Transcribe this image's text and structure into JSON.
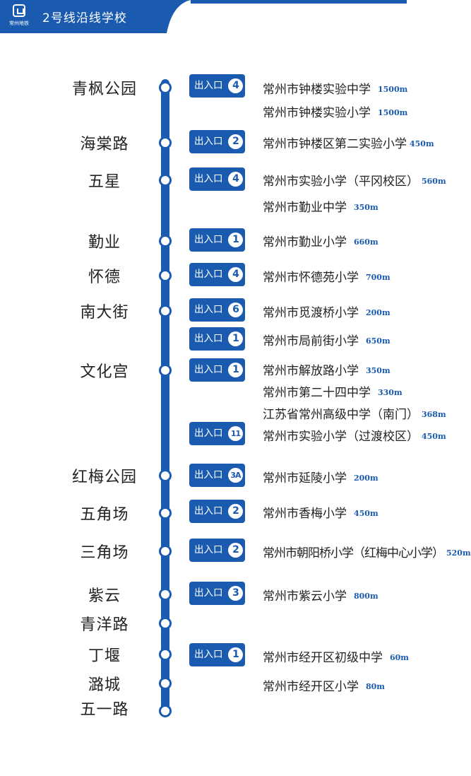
{
  "header": {
    "logo_text": "常州地铁",
    "title": "2号线沿线学校",
    "color": "#1a5bb0"
  },
  "exit_label": "出入口",
  "stations": [
    {
      "name": "青枫公园"
    },
    {
      "name": "海棠路"
    },
    {
      "name": "五星"
    },
    {
      "name": "勤业"
    },
    {
      "name": "怀德"
    },
    {
      "name": "南大街"
    },
    {
      "name": "文化宫"
    },
    {
      "name": "红梅公园"
    },
    {
      "name": "五角场"
    },
    {
      "name": "三角场"
    },
    {
      "name": "紫云"
    },
    {
      "name": "青洋路"
    },
    {
      "name": "丁堰"
    },
    {
      "name": "潞城"
    },
    {
      "name": "五一路"
    }
  ],
  "exits": [
    {
      "number": "4"
    },
    {
      "number": "2"
    },
    {
      "number": "4"
    },
    {
      "number": "1"
    },
    {
      "number": "4"
    },
    {
      "number": "6"
    },
    {
      "number": "1"
    },
    {
      "number": "1"
    },
    {
      "number": "11"
    },
    {
      "number": "3A"
    },
    {
      "number": "2"
    },
    {
      "number": "2"
    },
    {
      "number": "3"
    },
    {
      "number": "1"
    }
  ],
  "schools": [
    {
      "name": "常州市钟楼实验中学",
      "distance": "1500m"
    },
    {
      "name": "常州市钟楼实验小学",
      "distance": "1500m"
    },
    {
      "name": "常州市钟楼区第二实验小学",
      "distance": "450m"
    },
    {
      "name": "常州市实验小学（平冈校区）",
      "distance": "560m"
    },
    {
      "name": "常州市勤业中学",
      "distance": "350m"
    },
    {
      "name": "常州市勤业小学",
      "distance": "660m"
    },
    {
      "name": "常州市怀德苑小学",
      "distance": "700m"
    },
    {
      "name": "常州市觅渡桥小学",
      "distance": "200m"
    },
    {
      "name": "常州市局前街小学",
      "distance": "650m"
    },
    {
      "name": "常州市解放路小学",
      "distance": "350m"
    },
    {
      "name": "常州市第二十四中学",
      "distance": "330m"
    },
    {
      "name": "江苏省常州高级中学（南门）",
      "distance": "368m"
    },
    {
      "name": "常州市实验小学（过渡校区）",
      "distance": "450m"
    },
    {
      "name": "常州市延陵小学",
      "distance": "200m"
    },
    {
      "name": "常州市香梅小学",
      "distance": "450m"
    },
    {
      "name": "常州市朝阳桥小学（红梅中心小学）",
      "distance": "520m"
    },
    {
      "name": "常州市紫云小学",
      "distance": "800m"
    },
    {
      "name": "常州市经开区初级中学",
      "distance": "60m"
    },
    {
      "name": "常州市经开区小学",
      "distance": "80m"
    }
  ]
}
